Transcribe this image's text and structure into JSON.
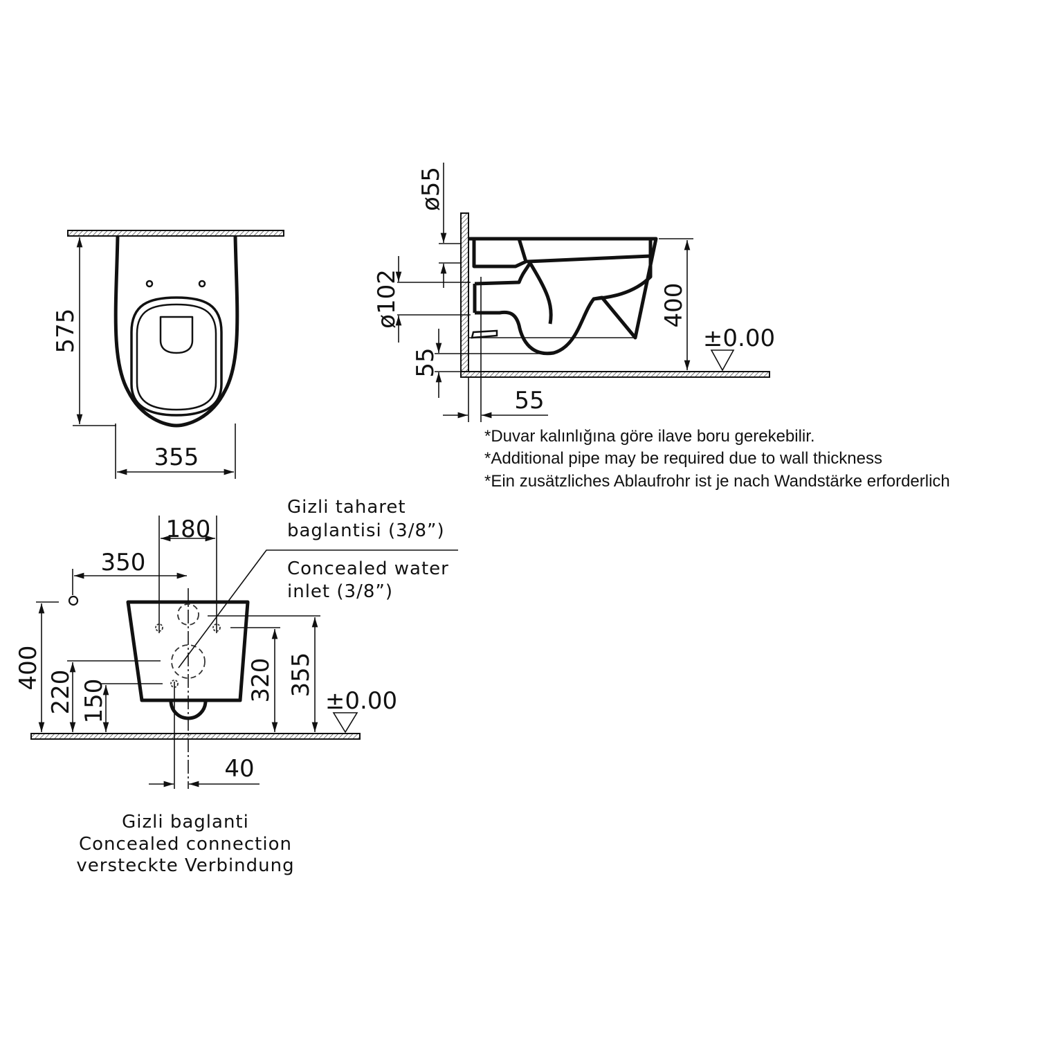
{
  "top_view": {
    "width_dim": "355",
    "depth_dim": "575"
  },
  "side_view": {
    "dim_d55": "ø55",
    "dim_d102": "ø102",
    "dim_55_vertical": "55",
    "dim_55_horizontal": "55",
    "dim_400": "400",
    "level": "±0.00"
  },
  "notes": [
    "*Duvar kalınlığına göre ilave boru gerekebilir.",
    "*Additional pipe may be required due to wall thickness",
    "*Ein zusätzliches Ablaufrohr ist je nach Wandstärke erforderlich"
  ],
  "front_view": {
    "dim_180": "180",
    "dim_350": "350",
    "dim_400": "400",
    "dim_220": "220",
    "dim_150": "150",
    "dim_320": "320",
    "dim_355": "355",
    "dim_40": "40",
    "level": "±0.00",
    "bidet_label": [
      "Gizli  taharet",
      "baglantisi  (3/8”)"
    ],
    "water_label": [
      "Concealed  water",
      "inlet  (3/8”)"
    ],
    "connection_label": [
      "Gizli  baglanti",
      "Concealed  connection",
      "versteckte  Verbindung"
    ]
  }
}
